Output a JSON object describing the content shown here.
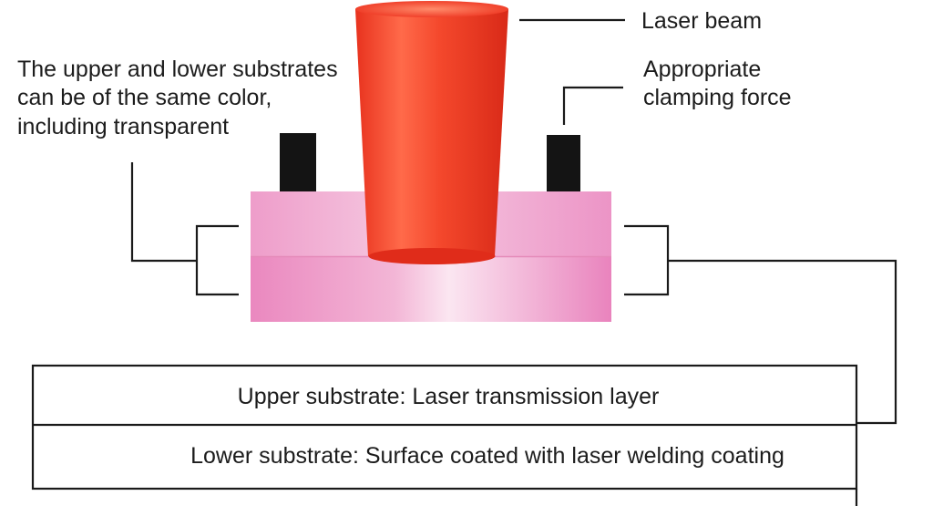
{
  "labels": {
    "laser_beam": "Laser beam",
    "clamping_force": [
      "Appropriate",
      "clamping force"
    ],
    "substrates_note": [
      "The upper and lower substrates",
      "can be of the same color,",
      "including transparent"
    ]
  },
  "table": {
    "rows": [
      "Upper substrate: Laser transmission layer",
      "Lower substrate: Surface coated with laser welding coating"
    ]
  },
  "colors": {
    "laser": "#f0402a",
    "upper_substrate": "#f3bcd8",
    "lower_substrate": "#ee9ac7",
    "clamp": "#141414",
    "lines": "#1a1a1a"
  }
}
